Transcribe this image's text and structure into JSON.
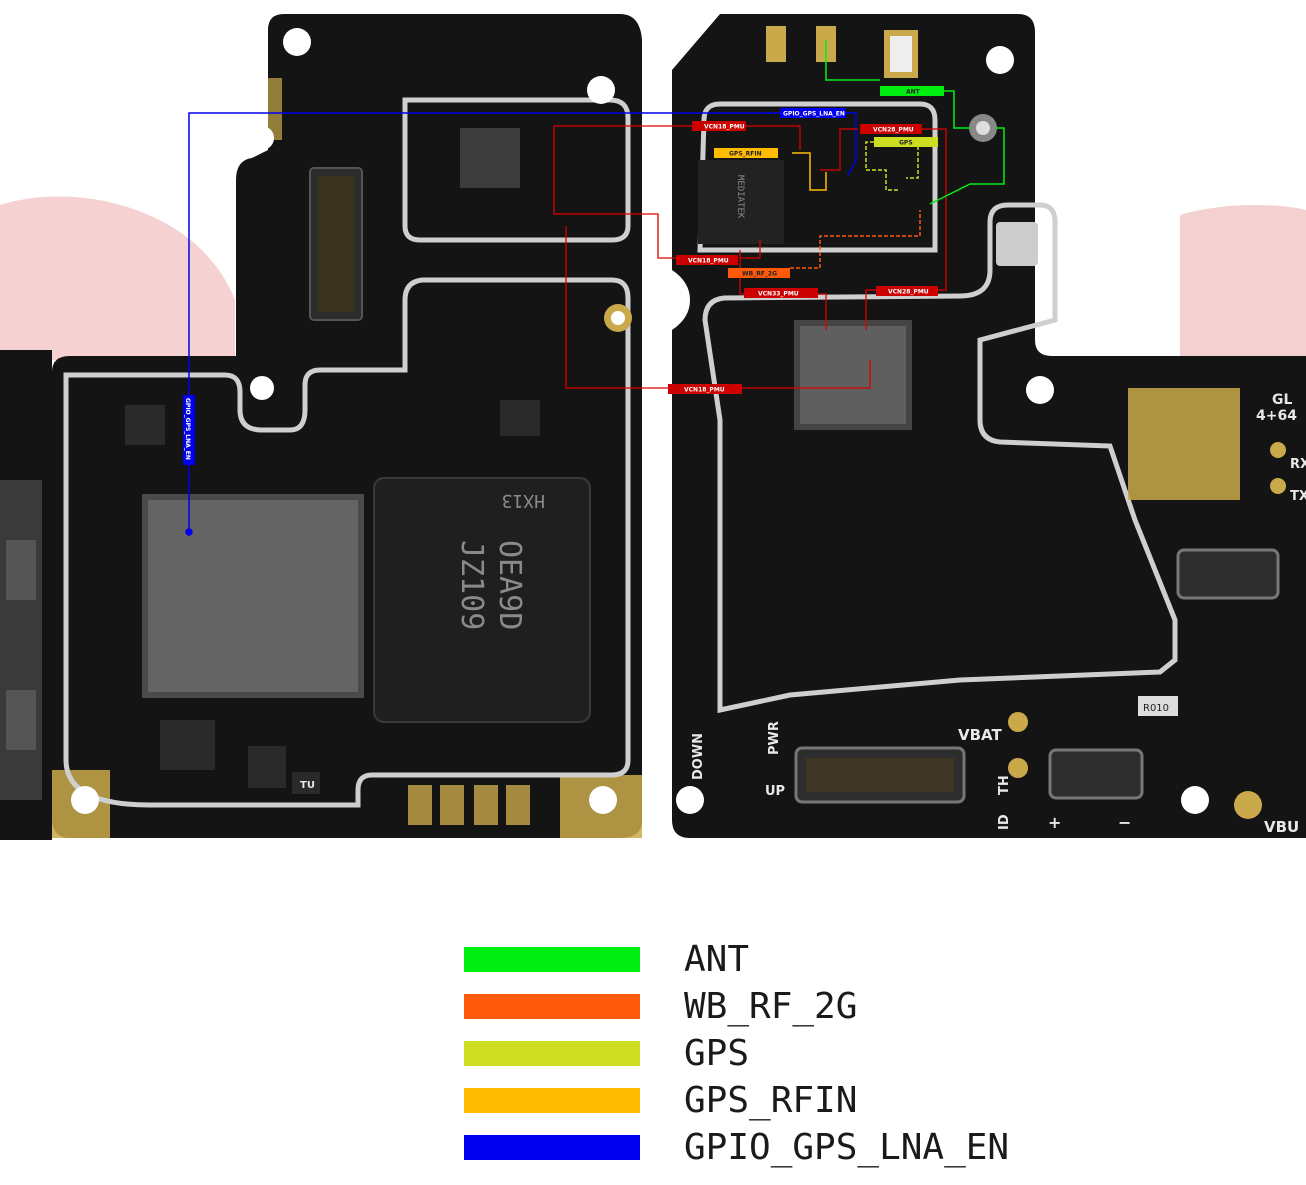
{
  "board": {
    "net_tags": {
      "gpio_gps_lna_en": "GPIO_GPS_LNA_EN",
      "gpio_gps_lna_en_vertical": "GPIO_GPS_LNA_EN",
      "vcn18_pmu_top": "VCN18_PMU",
      "vcn28_pmu_top": "VCN28_PMU",
      "ant": "ANT",
      "gps": "GPS",
      "gps_rfin": "GPS_RFIN",
      "vcn18_pmu_left": "VCN18_PMU",
      "wb_rf_2g": "WB_RF_2G",
      "vcn33_pmu": "VCN33_PMU",
      "vcn28_pmu_right": "VCN28_PMU",
      "vcn18_pmu_mid": "VCN18_PMU"
    },
    "silkscreen": {
      "vbat": "VBAT",
      "pwr": "PWR",
      "down": "DOWN",
      "up": "UP",
      "th": "TH",
      "id": "ID",
      "plus": "+",
      "minus": "−",
      "vbu": "VBU",
      "gl": "GL",
      "gl_sub": "4+64",
      "rx": "RX",
      "tx": "TX",
      "hx13": "HX13",
      "oea9d": "OEA9D",
      "jz109": "JZ109",
      "r010": "R010",
      "mediatek": "MEDIATEK",
      "tu": "TU"
    }
  },
  "colors": {
    "board": "#141414",
    "trace_ant": "#00ee11",
    "trace_wb_rf_2g": "#ff5a0a",
    "trace_gps": "#ccdd22",
    "trace_gps_rfin": "#ffbb00",
    "trace_gpio": "#0000ee",
    "trace_power": "#dd0000",
    "tag_red": "#cc0000",
    "watermark": "#f3c9c9",
    "gold": "#c9a94a"
  },
  "legend": {
    "items": [
      {
        "label": "ANT",
        "color": "#00ee11"
      },
      {
        "label": "WB_RF_2G",
        "color": "#ff5a0a"
      },
      {
        "label": "GPS",
        "color": "#ccdd22"
      },
      {
        "label": "GPS_RFIN",
        "color": "#ffbb00"
      },
      {
        "label": "GPIO_GPS_LNA_EN",
        "color": "#0000ee"
      }
    ]
  }
}
